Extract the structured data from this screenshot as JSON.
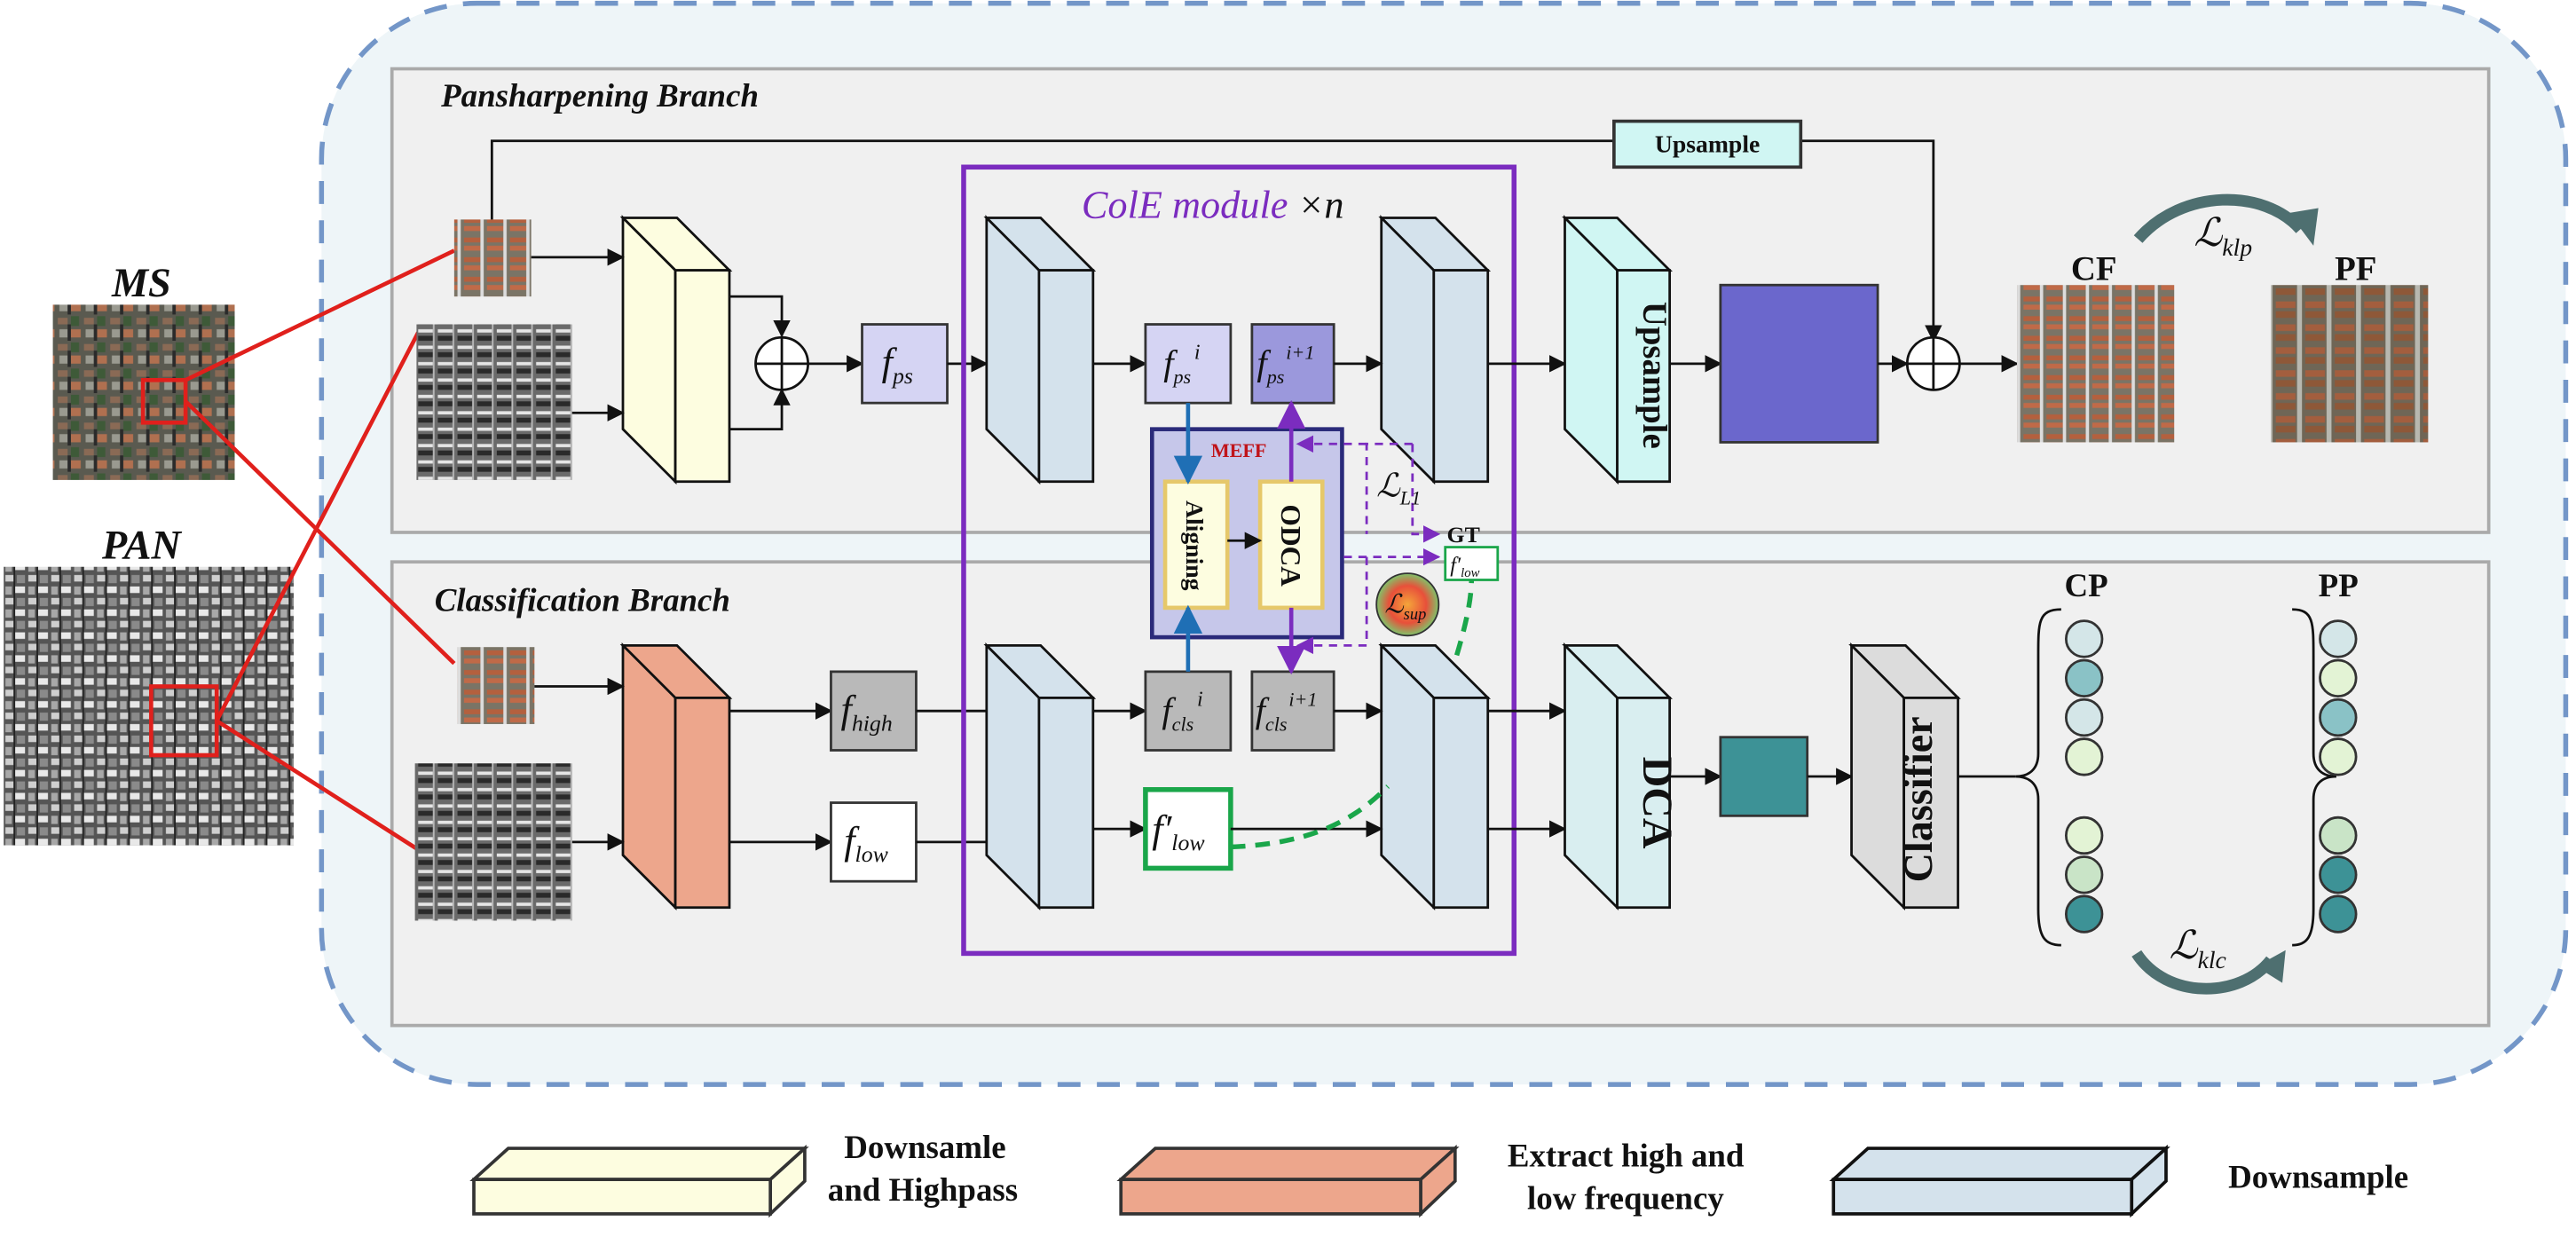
{
  "inputs": {
    "ms_label": "MS",
    "pan_label": "PAN"
  },
  "branches": {
    "pansharpening_title": "Pansharpening Branch",
    "classification_title": "Classification Branch"
  },
  "module": {
    "name": "ColE module",
    "repeat": "×n",
    "meff": "MEFF",
    "aligning": "Aligning",
    "odca": "ODCA",
    "gt": "GT"
  },
  "features": {
    "f_ps": {
      "base": "f",
      "sub": "ps"
    },
    "f_high": {
      "base": "f",
      "sub": "high"
    },
    "f_low": {
      "base": "f",
      "sub": "low"
    },
    "f_ps_i": {
      "base": "f",
      "sub": "ps",
      "sup": "i"
    },
    "f_ps_i1": {
      "base": "f",
      "sub": "ps",
      "sup": "i+1"
    },
    "f_cls_i": {
      "base": "f",
      "sub": "cls",
      "sup": "i"
    },
    "f_cls_i1": {
      "base": "f",
      "sub": "cls",
      "sup": "i+1"
    },
    "f_prime_low": {
      "base": "f′",
      "sub": "low"
    }
  },
  "blocks": {
    "upsample_top": "Upsample",
    "upsample_vertical": "Upsample",
    "dca": "DCA",
    "classifier": "Classifier"
  },
  "losses": {
    "l1": {
      "base": "ℒ",
      "sub": "L1"
    },
    "sup": {
      "base": "ℒ",
      "sub": "sup"
    },
    "klp": {
      "base": "ℒ",
      "sub": "klp"
    },
    "klc": {
      "base": "ℒ",
      "sub": "klc"
    }
  },
  "outputs": {
    "cf": "CF",
    "pf": "PF",
    "cp": "CP",
    "pp": "PP"
  },
  "legend": {
    "item1_line1": "Downsamle",
    "item1_line2": "and Highpass",
    "item2_line1": "Extract high and",
    "item2_line2": "low frequency",
    "item3": "Downsample"
  },
  "colors": {
    "yellow_block": "#fdfde0",
    "salmon_block": "#eda68c",
    "blue_block": "#d4e2ec",
    "cyan_block": "#d0f6f3",
    "purple_square": "#6b67cc",
    "teal_square": "#3d9296",
    "module_border": "#7b2cbf",
    "meff_fill": "#c6c7ea",
    "meff_border": "#2a2a7a",
    "f_ps_fill": "#d5d4f3",
    "f_ps_i1_fill": "#9b98dc",
    "feat_grey": "#b9b9b9",
    "green_outline": "#1aa64a",
    "red_line": "#e0201c",
    "outer_border": "#7396c8",
    "outer_fill": "#eef5f8",
    "branch_fill": "#f0f0f0"
  }
}
